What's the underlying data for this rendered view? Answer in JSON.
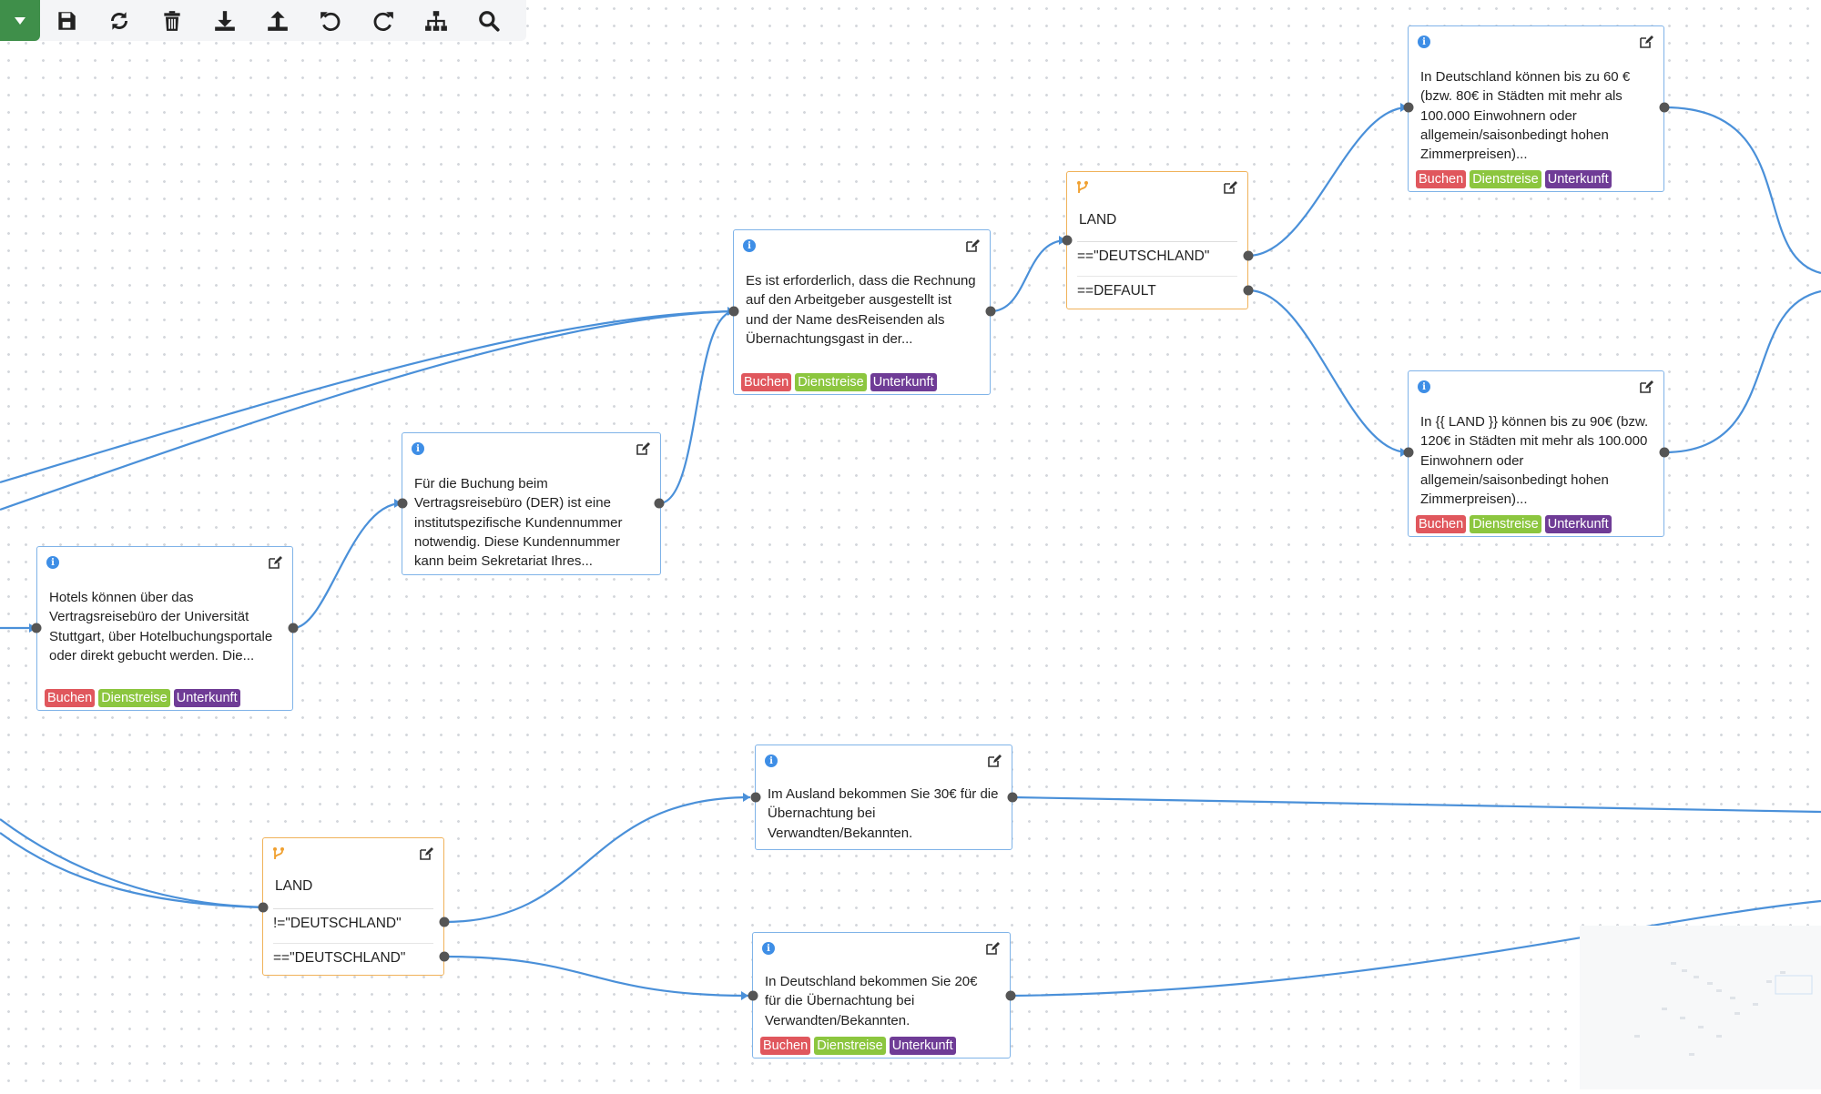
{
  "toolbar": {
    "tools": [
      "save-icon",
      "refresh-icon",
      "trash-icon",
      "download-icon",
      "upload-icon",
      "undo-icon",
      "redo-icon",
      "sitemap-icon",
      "search-icon"
    ]
  },
  "tags": {
    "booking": "Buchen",
    "business_trip": "Dienstreise",
    "accommodation": "Unterkunft"
  },
  "nodes": {
    "hotels": {
      "text": "Hotels können über das Vertragsreisebüro der Universität Stuttgart, über Hotelbuchungsportale oder direkt gebucht werden. Die..."
    },
    "der_booking": {
      "text": "Für die Buchung beim Vertragsreisebüro (DER) ist eine institutspezifische Kundennummer notwendig. Diese Kundennummer kann beim Sekretariat Ihres..."
    },
    "invoice": {
      "text": "Es ist erforderlich, dass die Rechnung auf den Arbeitgeber ausgestellt ist und der Name desReisenden als Übernachtungsgast in der..."
    },
    "land_top": {
      "label": "LAND",
      "case1": "==\"DEUTSCHLAND\"",
      "case2": "==DEFAULT"
    },
    "de_60": {
      "text": "In Deutschland können bis zu 60 € (bzw. 80€ in Städten mit mehr als 100.000 Einwohnern oder allgemein/saisonbedingt hohen Zimmerpreisen)..."
    },
    "land_90": {
      "text": "In {{ LAND }} können bis zu 90€ (bzw. 120€ in Städten mit mehr als 100.000 Einwohnern oder allgemein/saisonbedingt hohen Zimmerpreisen)..."
    },
    "land_bottom": {
      "label": "LAND",
      "case1": "!=\"DEUTSCHLAND\"",
      "case2": "==\"DEUTSCHLAND\""
    },
    "abroad_30": {
      "text": "Im Ausland bekommen Sie 30€ für die Übernachtung bei Verwandten/Bekannten."
    },
    "de_20": {
      "text": "In Deutschland bekommen Sie 20€ für die Übernachtung bei Verwandten/Bekannten."
    }
  },
  "colors": {
    "edge": "#4a90d9",
    "info_node_border": "#7fb3e8",
    "condition_node_border": "#f0b25a",
    "toolbar_accent": "#3f8f4a"
  }
}
